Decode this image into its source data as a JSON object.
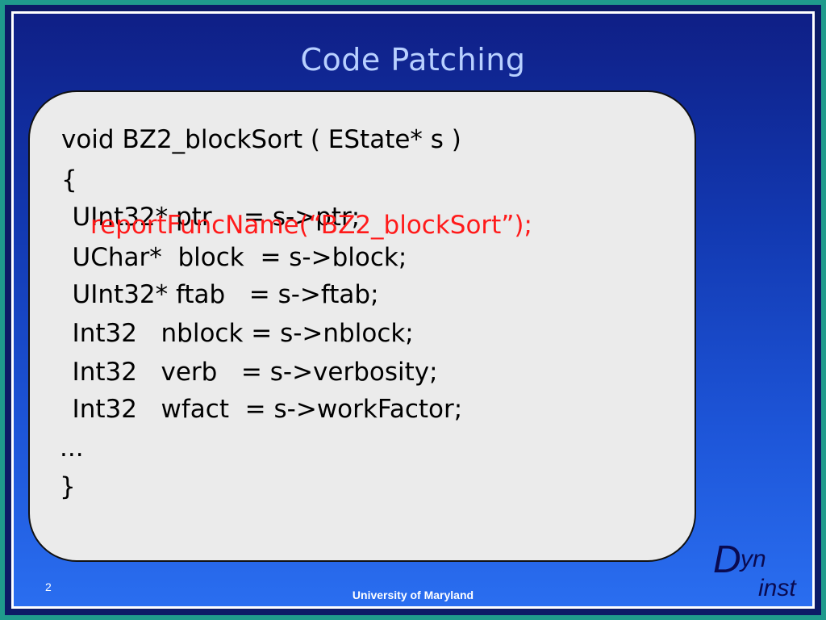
{
  "slide": {
    "title": "Code Patching",
    "page_number": "2",
    "footer": "University of Maryland"
  },
  "code": {
    "lines": [
      "void BZ2_blockSort ( EState* s )",
      "{",
      "   UInt32* ptr    = s->ptr;",
      "   UChar*  block  = s->block;",
      "   UInt32* ftab   = s->ftab;",
      "   Int32   nblock = s->nblock;",
      "   Int32   verb   = s->verbosity;",
      "   Int32   wfact  = s->workFactor;",
      "...",
      "}"
    ],
    "inserted_line": "reportFuncName(“BZ2_blockSort”);",
    "inserted_color": "#ff1a1a"
  },
  "logo": {
    "big_letter": "D",
    "sup_text": "yn",
    "sub_text": "inst"
  }
}
